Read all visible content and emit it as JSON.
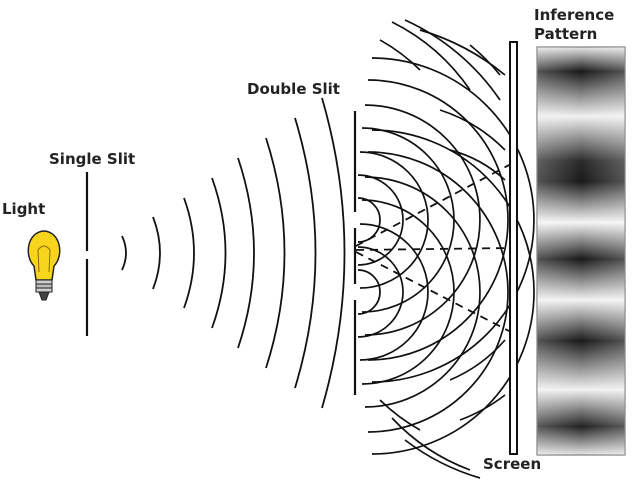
{
  "labels": {
    "light": "Light",
    "single_slit": "Single Slit",
    "double_slit": "Double Slit",
    "screen": "Screen",
    "pattern_line1": "Inference",
    "pattern_line2": "Pattern"
  },
  "icons": {
    "bulb": "light-bulb-icon"
  },
  "colors": {
    "ink": "#111111",
    "bulb_glass": "#f7d51d",
    "bulb_base": "#c8c8c8",
    "pattern_dark": "#111111",
    "pattern_light": "#f2f2f2"
  }
}
